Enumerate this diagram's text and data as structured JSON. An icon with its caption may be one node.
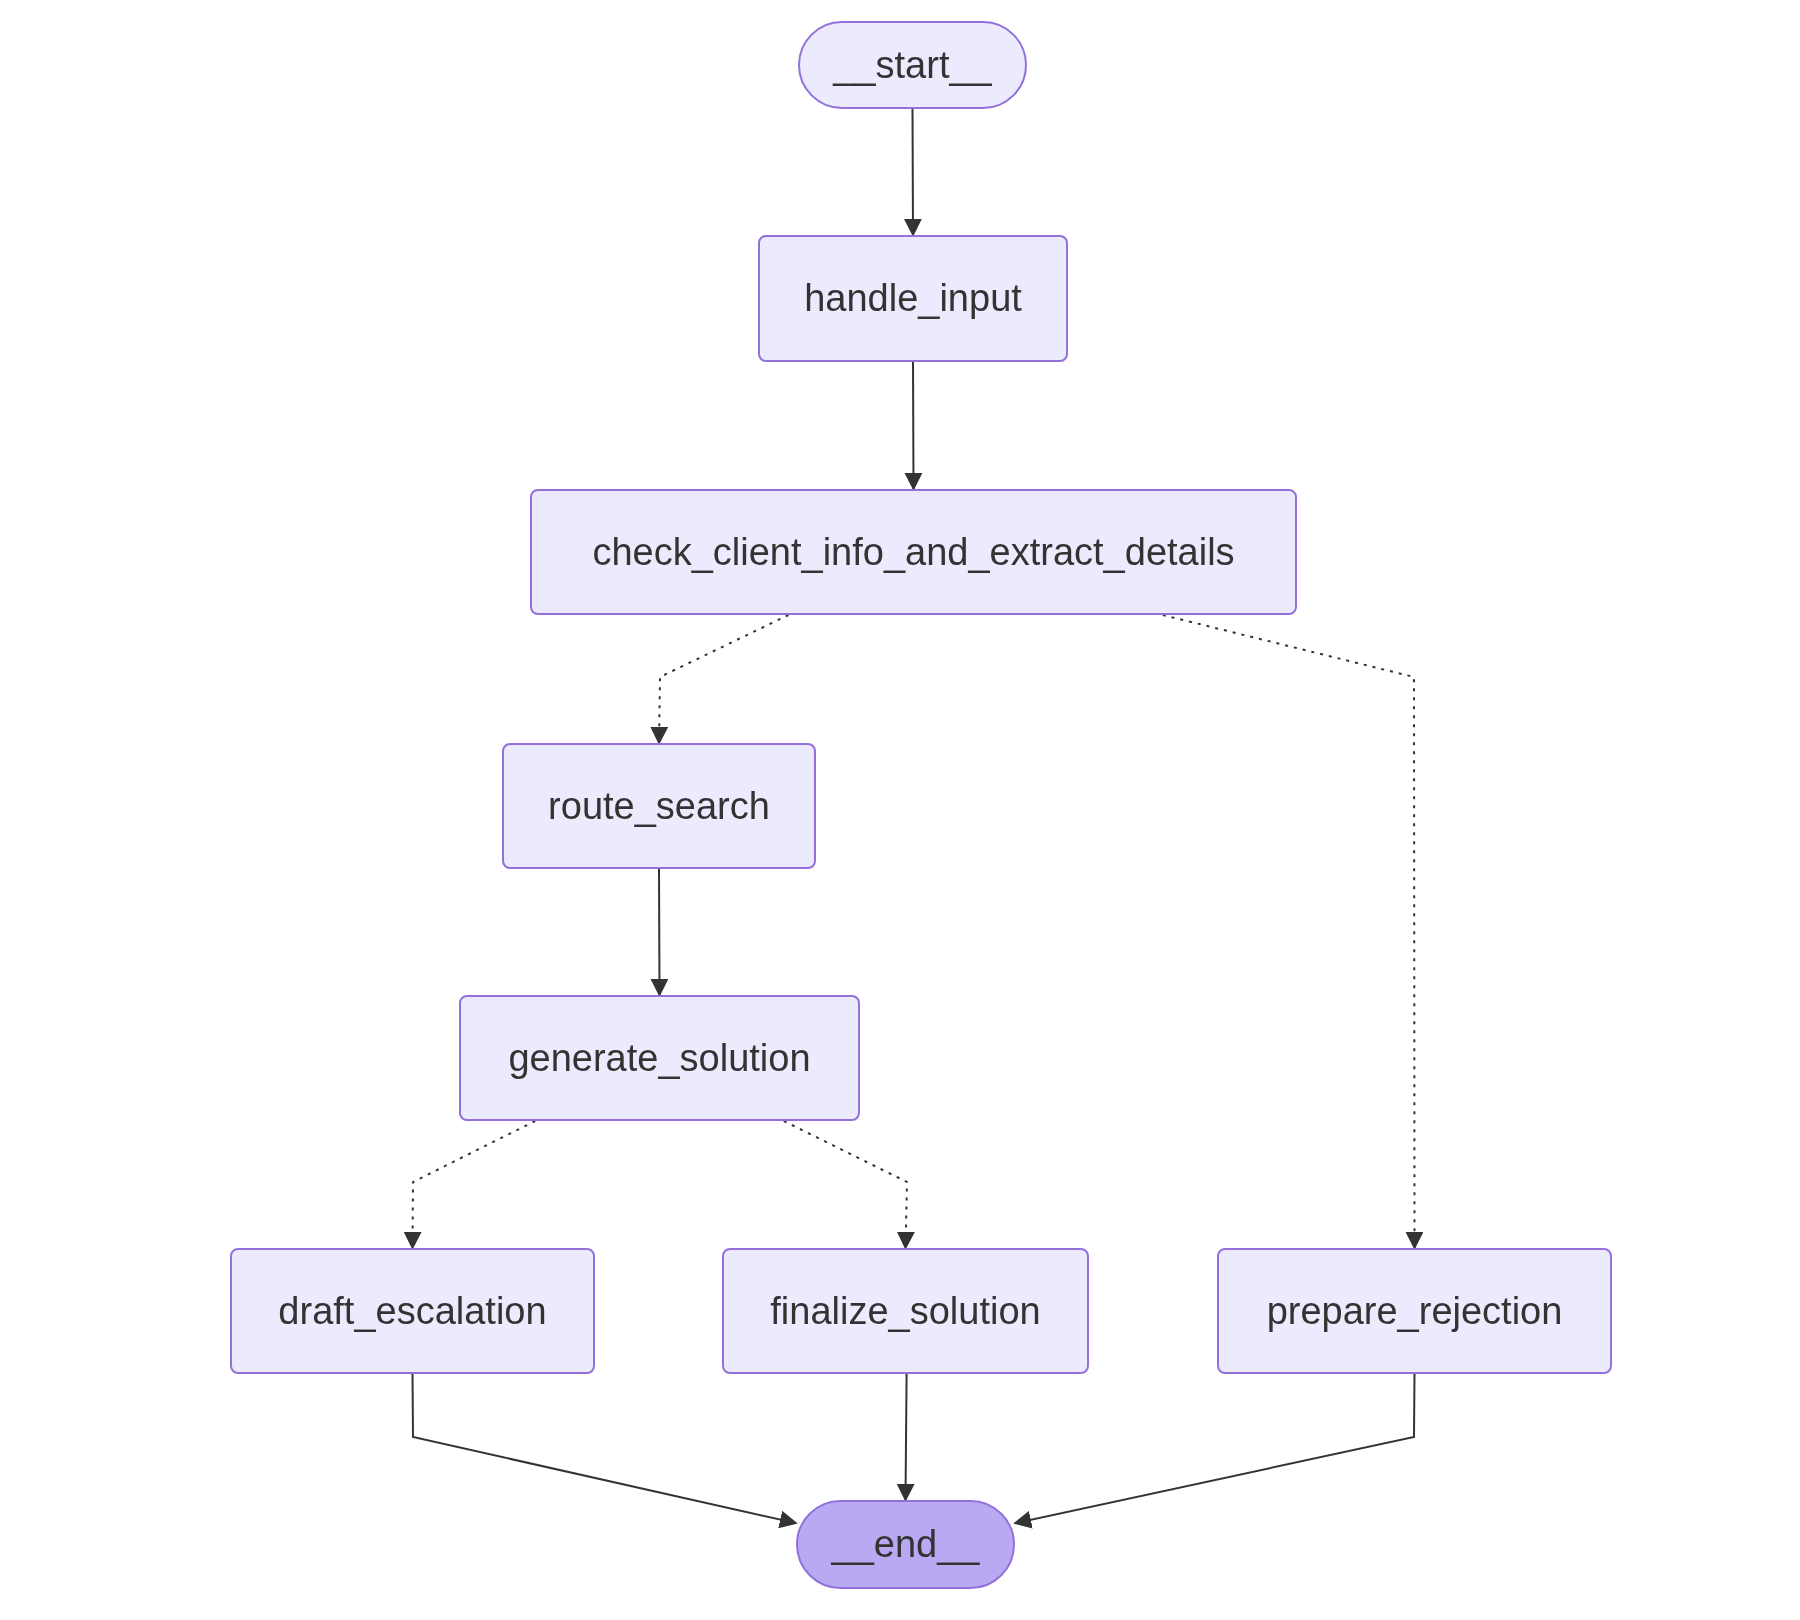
{
  "diagram": {
    "nodes": [
      {
        "text": [
          "__start__"
        ]
      },
      {
        "text": [
          "handle_input"
        ]
      },
      {
        "text": [
          "check_client_info_and_extract_details"
        ]
      },
      {
        "text": [
          "route_search"
        ]
      },
      {
        "text": [
          "generate_solution"
        ]
      },
      {
        "text": [
          "draft_escalation"
        ]
      },
      {
        "text": [
          "finalize_solution"
        ]
      },
      {
        "text": [
          "prepare_rejection"
        ]
      },
      {
        "text": [
          "__end__"
        ]
      }
    ],
    "edges": [
      {
        "from": 0,
        "to": 1,
        "arrow": "to"
      },
      {
        "from": 1,
        "to": 2,
        "arrow": "to"
      },
      {
        "from": 2,
        "to": 3,
        "arrow": "to",
        "style": "dashed"
      },
      {
        "from": 2,
        "to": 7,
        "arrow": "to",
        "style": "dashed"
      },
      {
        "from": 3,
        "to": 4,
        "arrow": "to"
      },
      {
        "from": 4,
        "to": 5,
        "arrow": "to",
        "style": "dashed"
      },
      {
        "from": 4,
        "to": 6,
        "arrow": "to",
        "style": "dashed"
      },
      {
        "from": 5,
        "to": 8,
        "arrow": "to"
      },
      {
        "from": 6,
        "to": 8,
        "arrow": "to"
      },
      {
        "from": 7,
        "to": 8,
        "arrow": "to"
      }
    ]
  }
}
